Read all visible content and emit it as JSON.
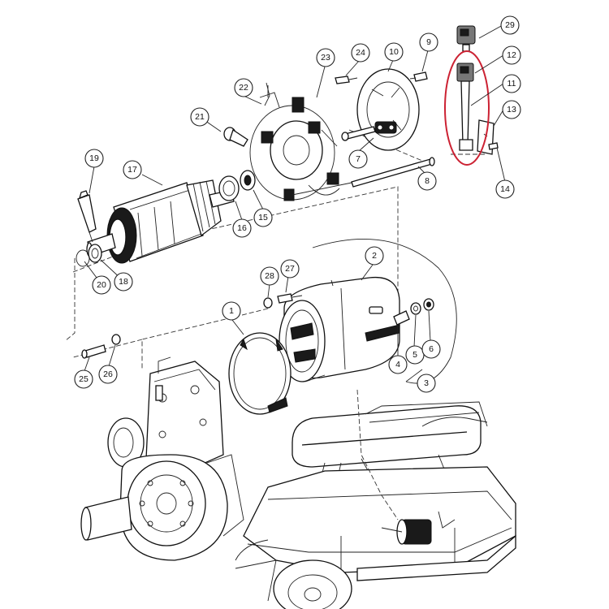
{
  "callout_numbers": {
    "n1": "1",
    "n2": "2",
    "n3": "3",
    "n4": "4",
    "n5": "5",
    "n6": "6",
    "n7": "7",
    "n8": "8",
    "n9": "9",
    "n10": "10",
    "n11": "11",
    "n12": "12",
    "n13": "13",
    "n14": "14",
    "n15": "15",
    "n16": "16",
    "n17": "17",
    "n18": "18",
    "n19": "19",
    "n20": "20",
    "n21": "21",
    "n22": "22",
    "n23": "23",
    "n24": "24",
    "n25": "25",
    "n26": "26",
    "n27": "27",
    "n28": "28",
    "n29": "29"
  },
  "highlight": {
    "color": "#cc2233",
    "encloses": [
      "11",
      "12"
    ]
  },
  "colors": {
    "line": "#111111",
    "background": "#ffffff"
  }
}
